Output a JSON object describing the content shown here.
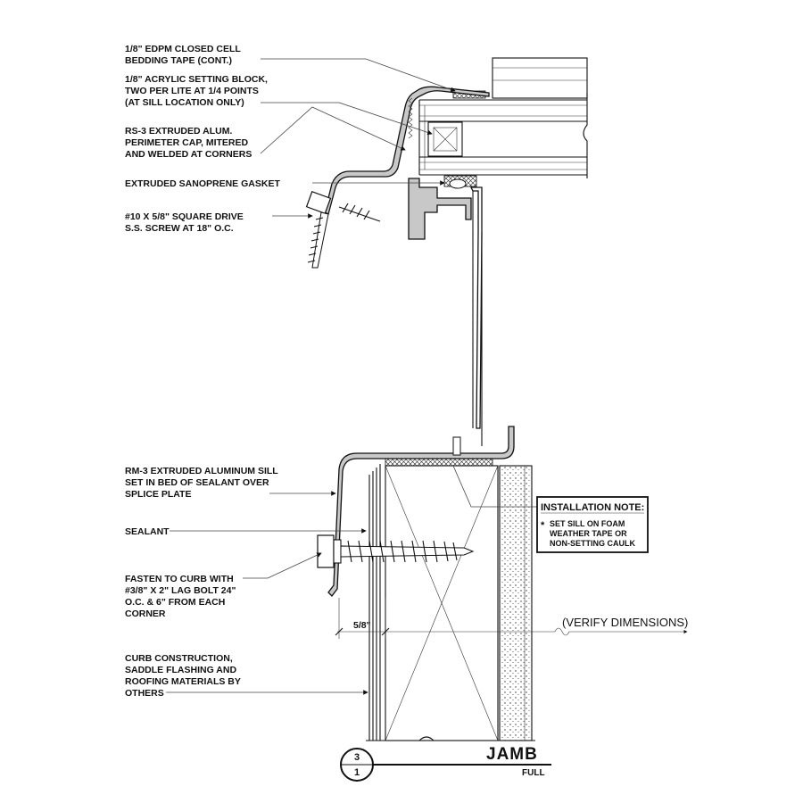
{
  "labels": {
    "bedding_tape": [
      "1/8\" EDPM CLOSED CELL",
      "BEDDING TAPE (CONT.)"
    ],
    "setting_block": [
      "1/8\" ACRYLIC SETTING BLOCK,",
      "TWO PER LITE AT 1/4 POINTS",
      "(AT SILL LOCATION ONLY)"
    ],
    "perimeter_cap": [
      "RS-3 EXTRUDED ALUM.",
      "PERIMETER CAP, MITERED",
      "AND WELDED  AT CORNERS"
    ],
    "gasket": [
      "EXTRUDED SANOPRENE GASKET"
    ],
    "screw": [
      "#10 X 5/8\" SQUARE DRIVE",
      "S.S. SCREW AT 18\" O.C."
    ],
    "sill": [
      "RM-3 EXTRUDED ALUMINUM SILL",
      "SET IN BED OF SEALANT OVER",
      "SPLICE PLATE"
    ],
    "sealant": [
      "SEALANT"
    ],
    "fasten": [
      "FASTEN TO CURB WITH",
      "#3/8\" X 2\" LAG BOLT 24\"",
      "O.C. & 6\" FROM EACH",
      "CORNER"
    ],
    "curb": [
      "CURB CONSTRUCTION,",
      "SADDLE FLASHING AND",
      "ROOFING MATERIALS BY",
      "OTHERS"
    ]
  },
  "dimension": {
    "value": "5/8\"",
    "verify": "(VERIFY DIMENSIONS)"
  },
  "installation_note": {
    "title": "INSTALLATION NOTE:",
    "marker": "*",
    "lines": [
      "SET SILL ON FOAM",
      "WEATHER TAPE OR",
      "NON-SETTING CAULK"
    ]
  },
  "title_block": {
    "detail_number": "3",
    "sheet_number": "1",
    "title": "JAMB",
    "scale": "FULL"
  }
}
